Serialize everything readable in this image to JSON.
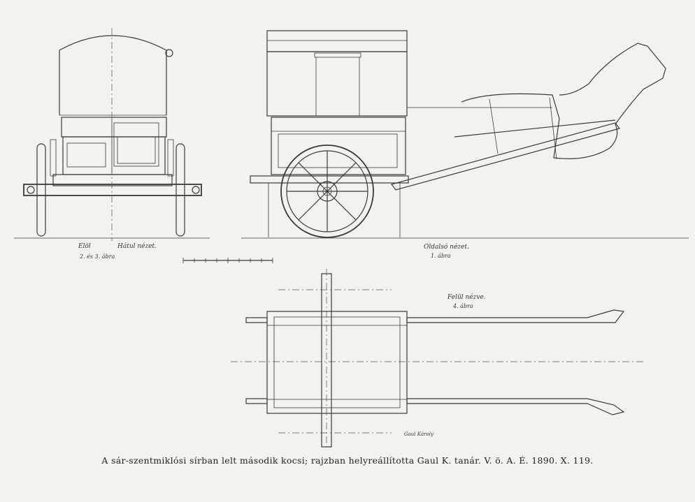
{
  "caption": "A sár-szentmiklósi sírban lelt második kocsi; rajzban helyreállította Gaul K. tanár. V. ö. A. É. 1890. X. 119.",
  "views": {
    "front": {
      "label_left": "Elöl",
      "label_right": "Hátul nézet.",
      "figure": "2. és 3. ábra"
    },
    "side": {
      "label": "Oldalsó nézet.",
      "figure": "1. ábra"
    },
    "top": {
      "label": "Felül nézve.",
      "figure": "4. ábra"
    }
  },
  "signature": "Gaul Károly"
}
